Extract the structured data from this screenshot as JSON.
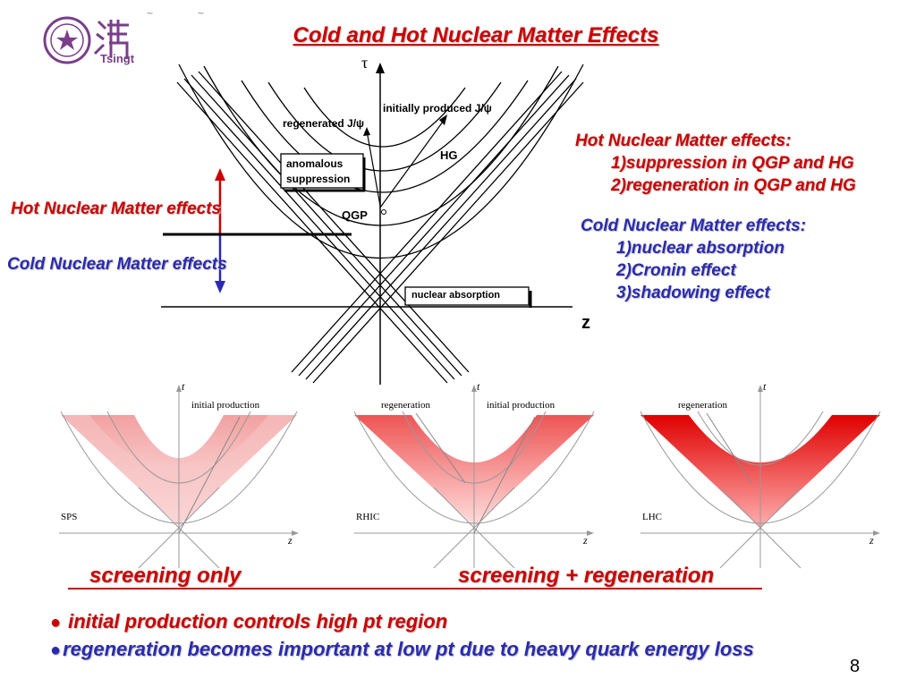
{
  "slide": {
    "title": "Cold and Hot Nuclear Matter Effects",
    "logo_text": "Tsingt",
    "page_number": "8"
  },
  "left_labels": {
    "hot": "Hot Nuclear Matter effects",
    "cold": "Cold Nuclear Matter effects"
  },
  "diagram": {
    "tau_axis": "τ",
    "z_axis": "z",
    "regenerated": "regenerated J/ψ",
    "initially_produced": "initially produced J/ψ",
    "hg": "HG",
    "qgp": "QGP",
    "anomalous_line1": "anomalous",
    "anomalous_line2": "suppression",
    "nuclear_absorption": "nuclear absorption"
  },
  "hot_effects": {
    "heading": "Hot Nuclear Matter effects:",
    "items": [
      "1)suppression in QGP and HG",
      "2)regeneration in QGP and HG"
    ]
  },
  "cold_effects": {
    "heading": "Cold Nuclear Matter effects:",
    "items": [
      "1)nuclear absorption",
      "2)Cronin effect",
      "3)shadowing effect"
    ]
  },
  "panels": [
    {
      "name": "SPS",
      "t_label": "t",
      "z_label": "z",
      "labels": [
        "initial production"
      ]
    },
    {
      "name": "RHIC",
      "t_label": "t",
      "z_label": "z",
      "labels": [
        "regeneration",
        "initial production"
      ]
    },
    {
      "name": "LHC",
      "t_label": "t",
      "z_label": "z",
      "labels": [
        "regeneration"
      ]
    }
  ],
  "captions": {
    "left": "screening only",
    "right": "screening + regeneration"
  },
  "bullets": [
    "initial production controls high pt region",
    "regeneration becomes important at low pt due to heavy quark energy loss"
  ],
  "colors": {
    "title_red": "#cc0000",
    "blue": "#2a2ab0",
    "shading_red": "#e00000"
  }
}
